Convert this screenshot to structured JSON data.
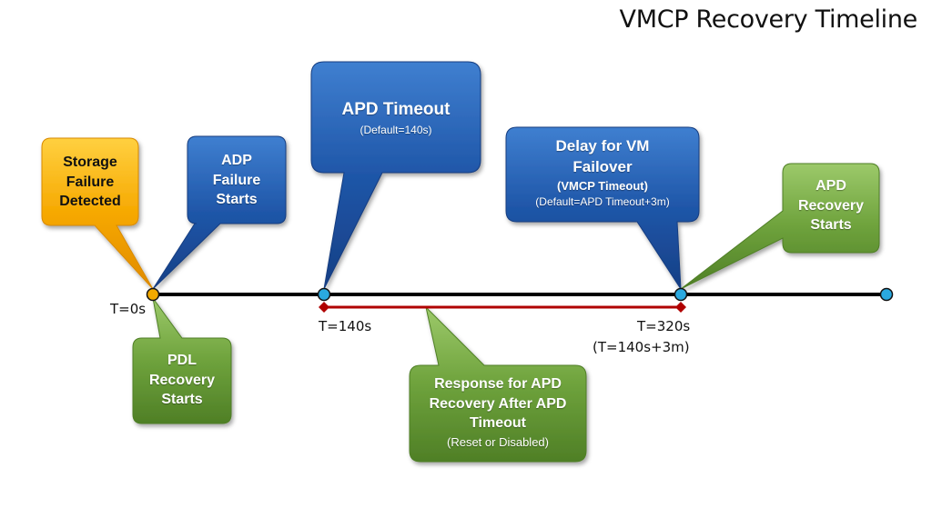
{
  "title": "VMCP Recovery Timeline",
  "colors": {
    "blue_callout": "#1f56a8",
    "green_callout": "#6ea23c",
    "orange_callout": "#f6a800",
    "timeline": "#000000",
    "response_bar": "#b00000",
    "marker_blue": "#2aa9e0",
    "marker_orange": "#f2a900"
  },
  "timeline": {
    "markers": [
      {
        "label": "T=0s",
        "sublabel": ""
      },
      {
        "label": "T=140s",
        "sublabel": ""
      },
      {
        "label": "T=320s",
        "sublabel": "(T=140s+3m)"
      }
    ]
  },
  "callouts": {
    "storage_failure": {
      "lines": [
        "Storage",
        "Failure",
        "Detected"
      ]
    },
    "adp_failure": {
      "lines": [
        "ADP",
        "Failure",
        "Starts"
      ]
    },
    "apd_timeout": {
      "title": "APD Timeout",
      "sub": "(Default=140s)"
    },
    "delay_failover": {
      "lines": [
        "Delay for VM",
        "Failover"
      ],
      "sub_bold": "(VMCP Timeout)",
      "sub": "(Default=APD Timeout+3m)"
    },
    "apd_recovery": {
      "lines": [
        "APD",
        "Recovery",
        "Starts"
      ]
    },
    "pdl_recovery": {
      "lines": [
        "PDL",
        "Recovery",
        "Starts"
      ]
    },
    "response": {
      "lines": [
        "Response for APD",
        "Recovery After APD",
        "Timeout"
      ],
      "sub": "(Reset or Disabled)"
    }
  }
}
